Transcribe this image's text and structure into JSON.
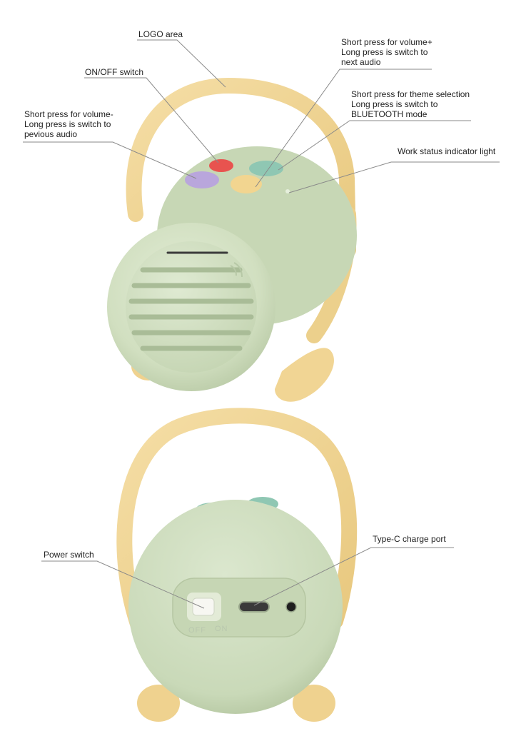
{
  "callouts": {
    "logo_area": "LOGO area",
    "on_off_switch": "ON/OFF switch",
    "volume_up": "Short press for volume+\nLong press is switch to\nnext audio",
    "volume_down": "Short press for volume-\nLong press is switch to\npevious audio",
    "theme": "Short press for theme selection\nLong press is switch to\nBLUETOOTH mode",
    "indicator": "Work status indicator light",
    "power_switch": "Power switch",
    "type_c": "Type-C charge port"
  },
  "panel_markings": {
    "switch_off": "OFF",
    "switch_on": "ON"
  },
  "colors": {
    "body_green": "#d4e2c4",
    "handle_yellow": "#f0d596",
    "button_red": "#e8534f",
    "button_purple": "#b9a6dc",
    "button_yellow": "#f2d590",
    "button_teal": "#8fc7b3",
    "leader_line": "#8a8a8a"
  },
  "icons": [
    "speaker-grille",
    "logo-mark",
    "usb-c-port",
    "audio-jack",
    "slide-switch"
  ]
}
